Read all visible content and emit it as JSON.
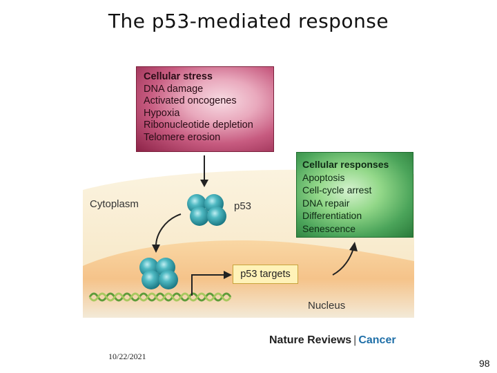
{
  "slide": {
    "title": "The p53-mediated response",
    "date": "10/22/2021",
    "page_number": "98"
  },
  "diagram": {
    "stress_box": {
      "header": "Cellular stress",
      "items": [
        "DNA damage",
        "Activated oncogenes",
        "Hypoxia",
        "Ribonucleotide depletion",
        "Telomere erosion"
      ]
    },
    "responses_box": {
      "header": "Cellular responses",
      "items": [
        "Apoptosis",
        "Cell-cycle arrest",
        "DNA repair",
        "Differentiation",
        "Senescence"
      ]
    },
    "labels": {
      "cytoplasm": "Cytoplasm",
      "p53": "p53",
      "nucleus": "Nucleus",
      "p53_targets": "p53 targets"
    },
    "brand": {
      "journal": "Nature Reviews",
      "separator": "|",
      "section": "Cancer"
    },
    "colors": {
      "stress": "#b8446b",
      "responses": "#4ba45a",
      "protein": "#2a9aa5",
      "dna_helix": "#6fa842",
      "nucleus": "#f7c08a",
      "brand_accent": "#1f6fa8"
    }
  }
}
